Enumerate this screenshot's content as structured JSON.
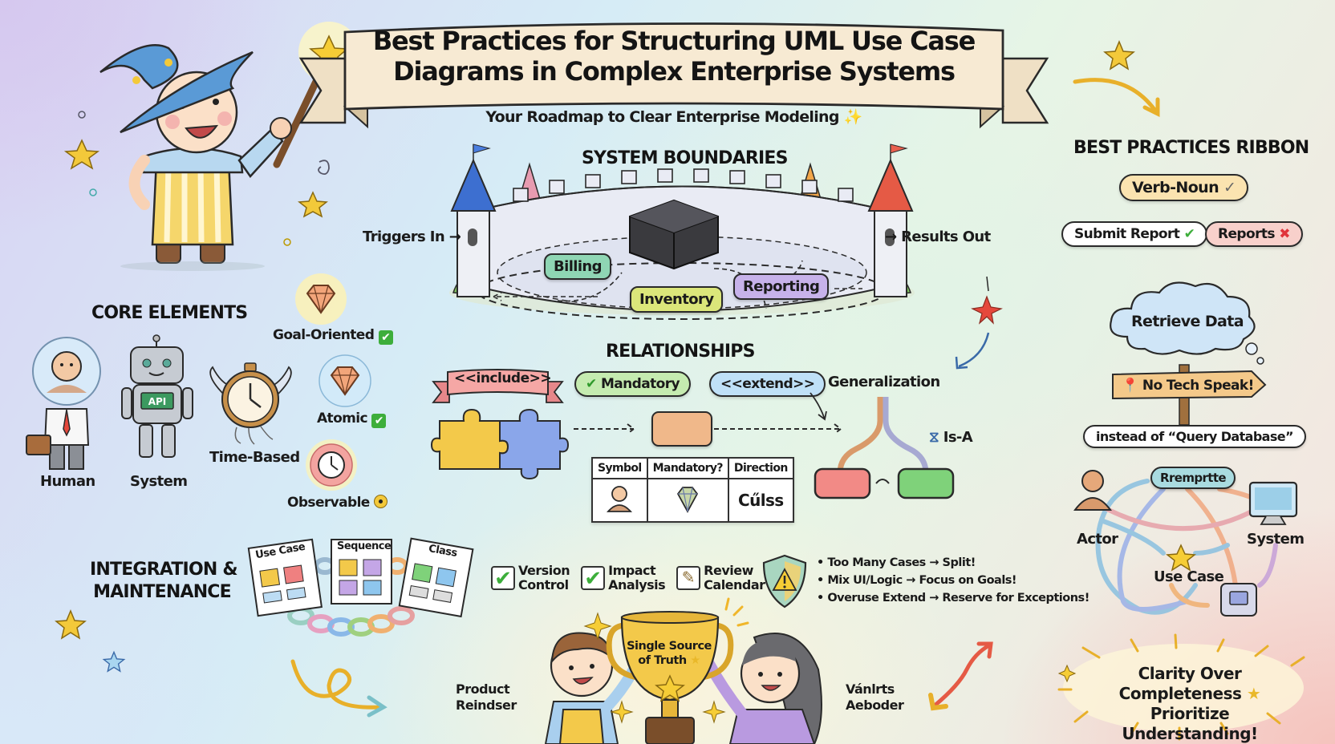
{
  "banner": {
    "title": "Best Practices for Structuring UML Use Case Diagrams in Complex Enterprise Systems",
    "title_line1": "Best Practices for Structuring UML Use Case",
    "title_line2": "Diagrams in Complex Enterprise Systems",
    "subtitle": "Your Roadmap to Clear Enterprise Modeling",
    "subtitle_icon": "magic-wand-sparkle-icon"
  },
  "mascot": {
    "description": "wizard-boy-with-wand",
    "icon": "wizard-mascot-icon"
  },
  "core_elements": {
    "title": "CORE ELEMENTS",
    "actors": [
      {
        "label": "Human",
        "icon": "businessperson-icon"
      },
      {
        "label": "System",
        "icon": "robot-icon",
        "badge": "API"
      },
      {
        "label": "Time-Based",
        "icon": "winged-stopwatch-icon"
      }
    ],
    "qualities": [
      {
        "label": "Goal-Oriented",
        "icon": "diamond-gem-icon",
        "mark": "✔"
      },
      {
        "label": "Atomic",
        "icon": "diamond-gem-icon",
        "mark": "✔"
      },
      {
        "label": "Observable",
        "icon": "clock-icon",
        "mark": "eye"
      }
    ]
  },
  "system_boundaries": {
    "title": "SYSTEM BOUNDARIES",
    "input_label": "Triggers In →",
    "output_label": "→ Results Out",
    "use_cases": [
      {
        "label": "Billing",
        "color": "#8fd6b4"
      },
      {
        "label": "Inventory",
        "color": "#dbe67a"
      },
      {
        "label": "Reporting",
        "color": "#c7b2ea"
      }
    ],
    "center_icon": "black-box-cube-icon"
  },
  "relationships": {
    "title": "RELATIONSHIPS",
    "include_label": "<<include>>",
    "mandatory_label": "Mandatory",
    "extend_label": "<<extend>>",
    "generalization_label": "Generalization",
    "is_a_label": "Is-A",
    "table": {
      "headers": [
        "Symbol",
        "Mandatory?",
        "Direction"
      ],
      "row": [
        "actor-symbol",
        "gem-symbol",
        "Cűlss"
      ]
    }
  },
  "best_practices_ribbon": {
    "title": "BEST PRACTICES RIBBON",
    "naming_rule": "Verb-Noun",
    "good_example": "Submit Report",
    "bad_example": "Reports",
    "cloud_label": "Retrieve Data",
    "sign_label": "No Tech Speak!",
    "note": "instead of “Query Database”",
    "network": {
      "center_label": "Rremprtte",
      "actor_label": "Actor",
      "system_label": "System",
      "use_case_label": "Use Case"
    }
  },
  "integration": {
    "title_line1": "INTEGRATION &",
    "title_line2": "MAINTENANCE",
    "diagrams": [
      "Use Case",
      "Sequence",
      "Class"
    ],
    "checklist": [
      {
        "line1": "Version",
        "line2": "Control",
        "icon": "checkbox-checked-icon"
      },
      {
        "line1": "Impact",
        "line2": "Analysis",
        "icon": "checkbox-checked-icon"
      },
      {
        "line1": "Review",
        "line2": "Calendar",
        "icon": "checklist-pen-icon"
      }
    ],
    "warnings": [
      "• Too Many Cases → Split!",
      "• Mix UI/Logic → Focus on Goals!",
      "• Overuse Extend → Reserve for Exceptions!"
    ]
  },
  "celebration": {
    "trophy_line1": "Single Source",
    "trophy_line2": "of Truth",
    "left_person_line1": "Product",
    "left_person_line2": "Reindser",
    "right_person_line1": "Vánlrts",
    "right_person_line2": "Aeboder"
  },
  "callout": {
    "line1": "Clarity Over Completeness",
    "line2": "Prioritize Understanding!"
  },
  "colors": {
    "banner_fill": "#f7ead3",
    "ink": "#1a1a1a",
    "check_green": "#3dae3b",
    "cross_red": "#e0333a",
    "pill_yellow": "#fbe3b0",
    "pill_pink": "#f8d0cb",
    "cloud_blue": "#cfe5f7"
  }
}
